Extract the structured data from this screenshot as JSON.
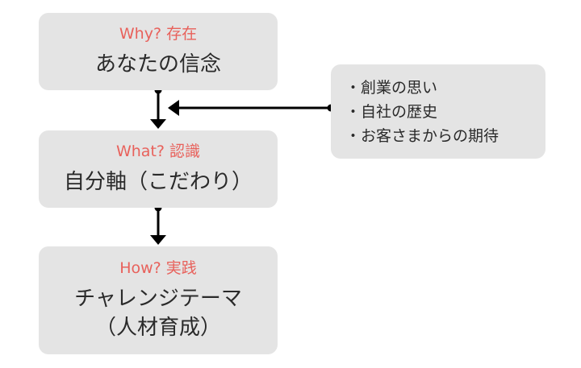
{
  "why": {
    "label": "Why? 存在",
    "text": "あなたの信念"
  },
  "what": {
    "label": "What? 認識",
    "text": "自分軸（こだわり）"
  },
  "how": {
    "label": "How? 実践",
    "lines": [
      "チャレンジテーマ",
      "（人材育成）"
    ]
  },
  "notes": {
    "items": [
      "・創業の思い",
      "・自社の歴史",
      "・お客さまからの期待"
    ]
  },
  "colors": {
    "label": "#e8615b",
    "box": "#e4e4e4",
    "text": "#2a2a2a",
    "arrow": "#000000"
  }
}
